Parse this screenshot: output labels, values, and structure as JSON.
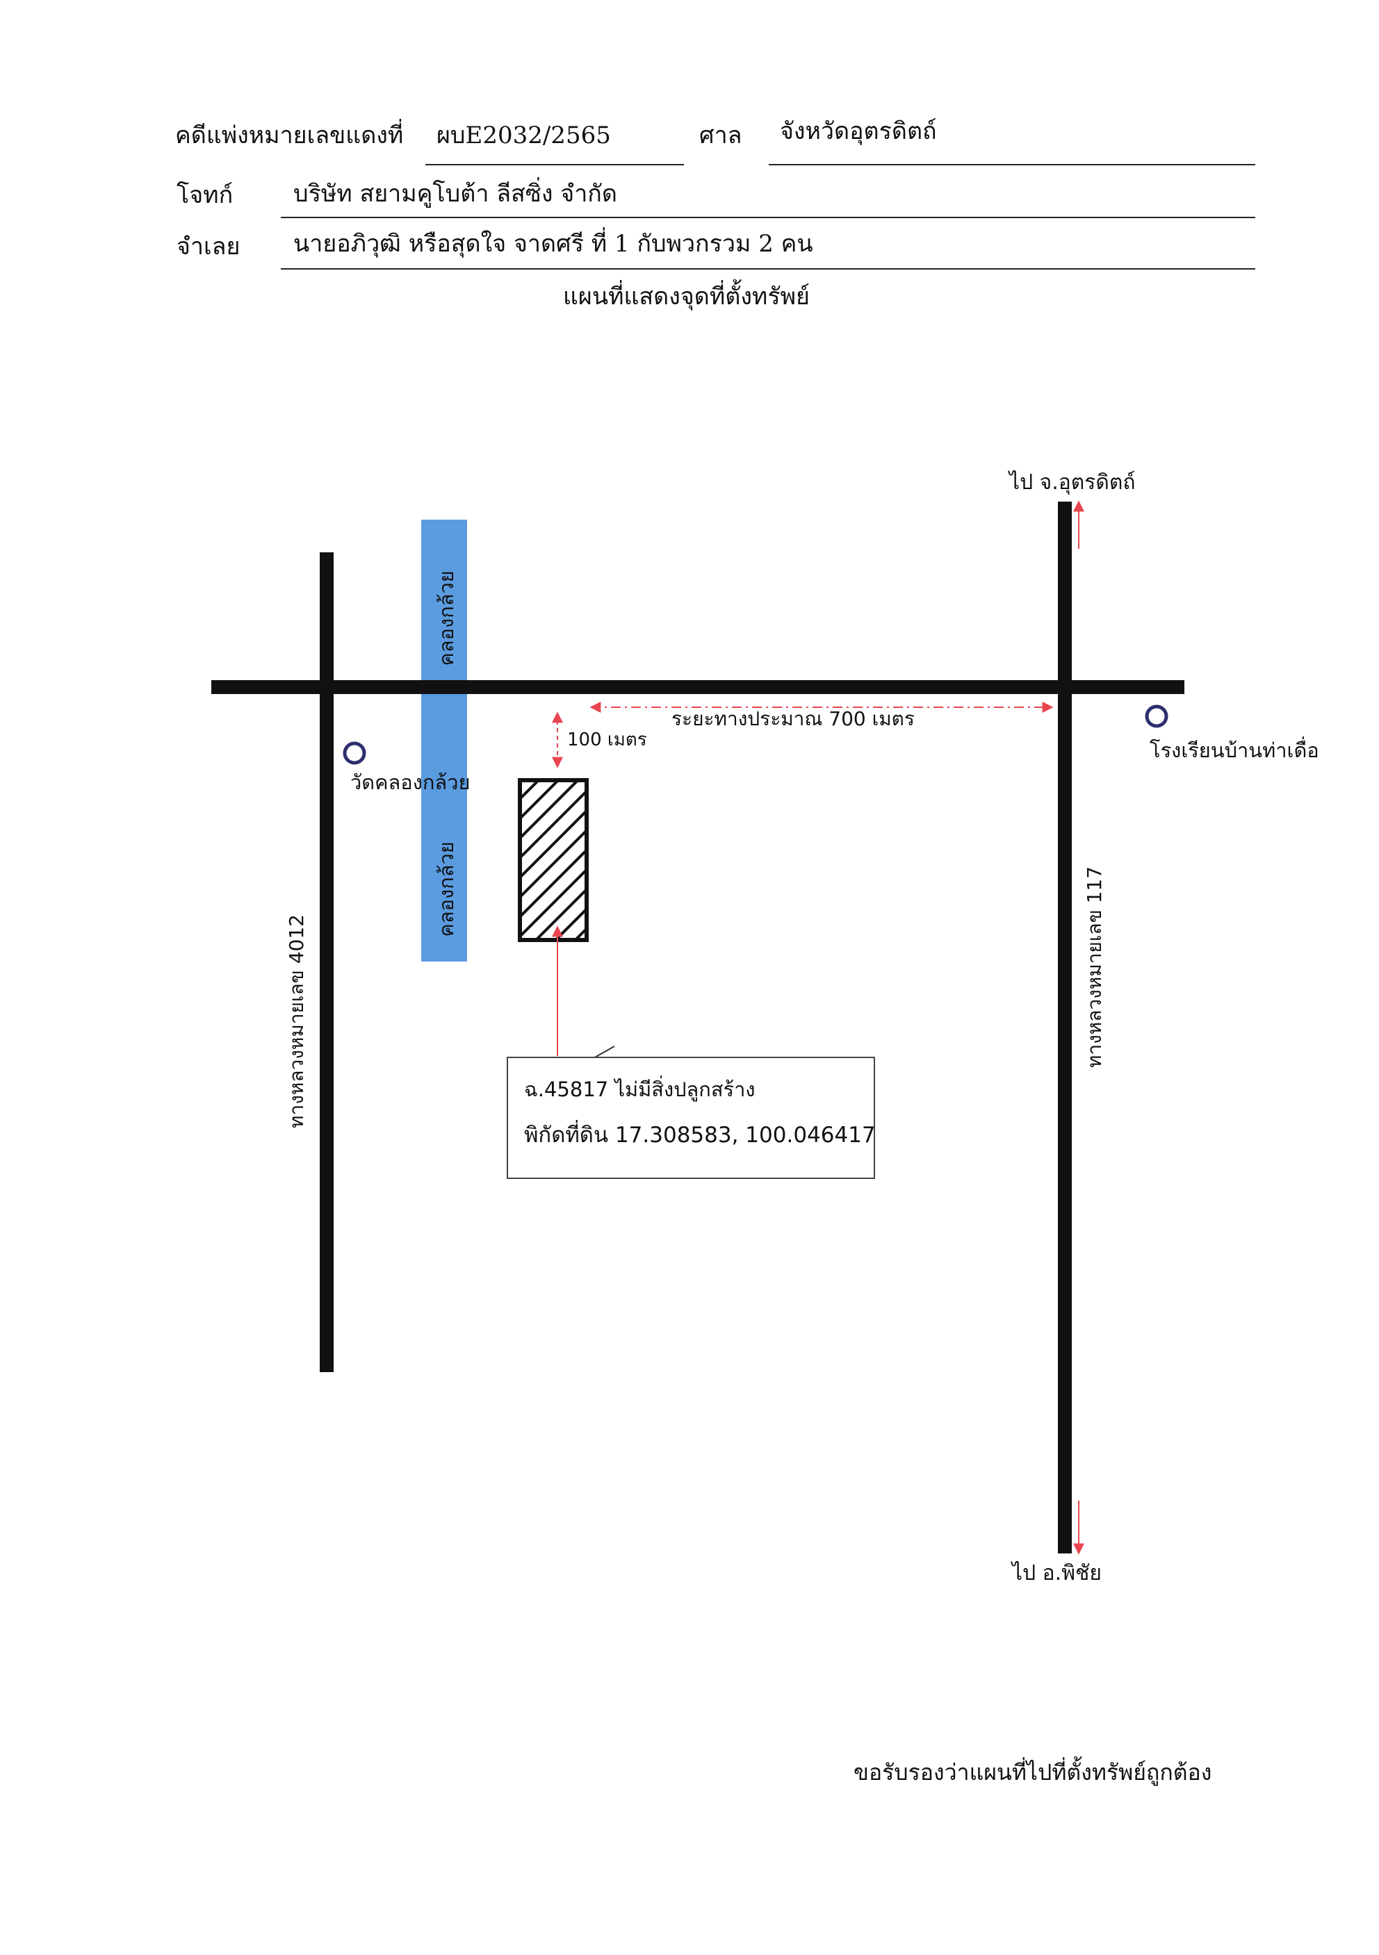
{
  "header": {
    "case_label": "คดีแพ่งหมายเลขแดงที่",
    "case_number": "ผบE2032/2565",
    "court_label": "ศาล",
    "court_value": "จังหวัดอุตรดิตถ์",
    "plaintiff_label": "โจทก์",
    "plaintiff_value": "บริษัท สยามคูโบต้า ลีสซิ่ง จำกัด",
    "defendant_label": "จำเลย",
    "defendant_value": "นายอภิวุฒิ หรือสุดใจ จาดศรี  ที่ 1 กับพวกรวม 2 คน",
    "title": "แผนที่แสดงจุดที่ตั้งทรัพย์"
  },
  "map": {
    "to_uttaradit": "ไป จ.อุตรดิตถ์",
    "to_phichai": "ไป อ.พิชัย",
    "canal_label": "คลองกล้วย",
    "distance_main": "ระยะทางประมาณ 700 เมตร",
    "distance_side": "100 เมตร",
    "temple": "วัดคลองกล้วย",
    "school": "โรงเรียนบ้านท่าเดื่อ",
    "highway_left": "ทางหลวงหมายเลข 4012",
    "highway_right": "ทางหลวงหมายเลข 117",
    "parcel_line1": "ฉ.45817 ไม่มีสิ่งปลูกสร้าง",
    "parcel_line2": "พิกัดที่ดิน 17.308583, 100.046417"
  },
  "footer": {
    "certify": "ขอรับรองว่าแผนที่ไปที่ตั้งทรัพย์ถูกต้อง"
  },
  "colors": {
    "road": "#111111",
    "canal": "#5b9be0",
    "arrow": "#e8454f",
    "marker": "#2c2f6e"
  }
}
